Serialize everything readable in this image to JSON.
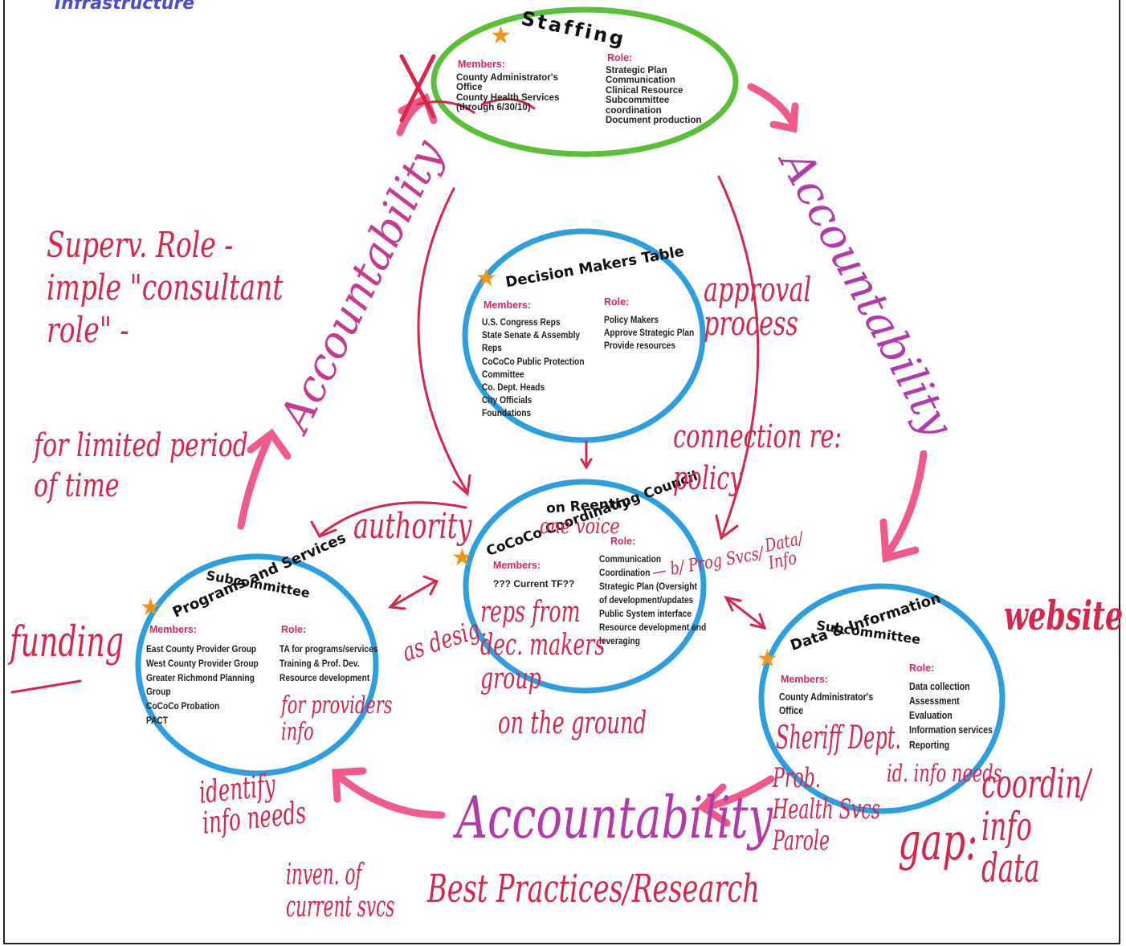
{
  "header": {
    "title": "Infrastructure"
  },
  "staffing": {
    "title": "Staffing",
    "members_label": "Members:",
    "members": "County Administrator's\nOffice\nCounty Health Services\n(through 6/30/10)",
    "role_label": "Role:",
    "roles": "Strategic Plan\nCommunication\nClinical Resource\nSubcommittee\ncoordination\nDocument production"
  },
  "decision_makers": {
    "title": "Decision Makers Table",
    "members_label": "Members:",
    "members": "U.S. Congress Reps\nState Senate & Assembly\nReps\nCoCoCo Public Protection\nCommittee\nCo. Dept. Heads\nCity Officials\nFoundations",
    "role_label": "Role:",
    "roles": "Policy Makers\nApprove Strategic Plan\nProvide resources"
  },
  "council": {
    "title_line1": "CoCoCo Coordinating Council",
    "title_line2": "on Reentry",
    "members_label": "Members:",
    "members": "??? Current TF??",
    "role_label": "Role:",
    "roles": "Communication\nCoordination\nStrategic Plan (Oversight\nof development/updates\nPublic System interface\nResource development and\nleveraging"
  },
  "programs": {
    "title_line1": "Programs and Services",
    "title_line2": "Subcommittee",
    "members_label": "Members:",
    "members": "East County Provider Group\nWest County Provider Group\nGreater Richmond Planning\nGroup\nCoCoCo Probation\nPACT",
    "role_label": "Role:",
    "roles": "TA for programs/services\nTraining & Prof. Dev.\nResource development"
  },
  "data_info": {
    "title_line1": "Data & Information",
    "title_line2": "Subcommittee",
    "members_label": "Members:",
    "members": "County Administrator's\nOffice",
    "role_label": "Role:",
    "roles": "Data collection\nAssessment\nEvaluation\nInformation services\nReporting"
  },
  "annotations": {
    "accountability_left": "Accountability",
    "accountability_right": "Accountability",
    "accountability_bottom": "Accountability",
    "best_practices": "Best Practices/Research",
    "superv": "Superv. Role -\nimple \"consultant\nrole\" -",
    "limited": "for limited period\nof time",
    "funding": "funding",
    "authority": "authority",
    "approval": "approval\nprocess",
    "connection": "connection re:\npolicy",
    "one_voice": "one voice",
    "reps_from": "reps from\ndec. makers\ngroup",
    "as_desig": "as desig.",
    "on_the_ground": "on the ground",
    "bw_prog": "— b/ Prog Svcs/",
    "data_info_note": "Data/\nInfo",
    "website": "website",
    "sheriff": "Sheriff Dept.",
    "prob": "Prob.\nHealth Svcs\nParole",
    "id_info": "id. info needs",
    "coordin": "coordin/\ninfo\ndata",
    "gap": "gap:",
    "for_providers": "for providers\ninfo",
    "identify": "identify\ninfo needs",
    "inven": "inven. of\ncurrent svcs"
  },
  "colors": {
    "green": "#5cbf3a",
    "blue": "#2d9ee0",
    "pink": "#ee3d78",
    "red": "#d8264a",
    "purple": "#b33aa8",
    "star": "#f29418"
  }
}
